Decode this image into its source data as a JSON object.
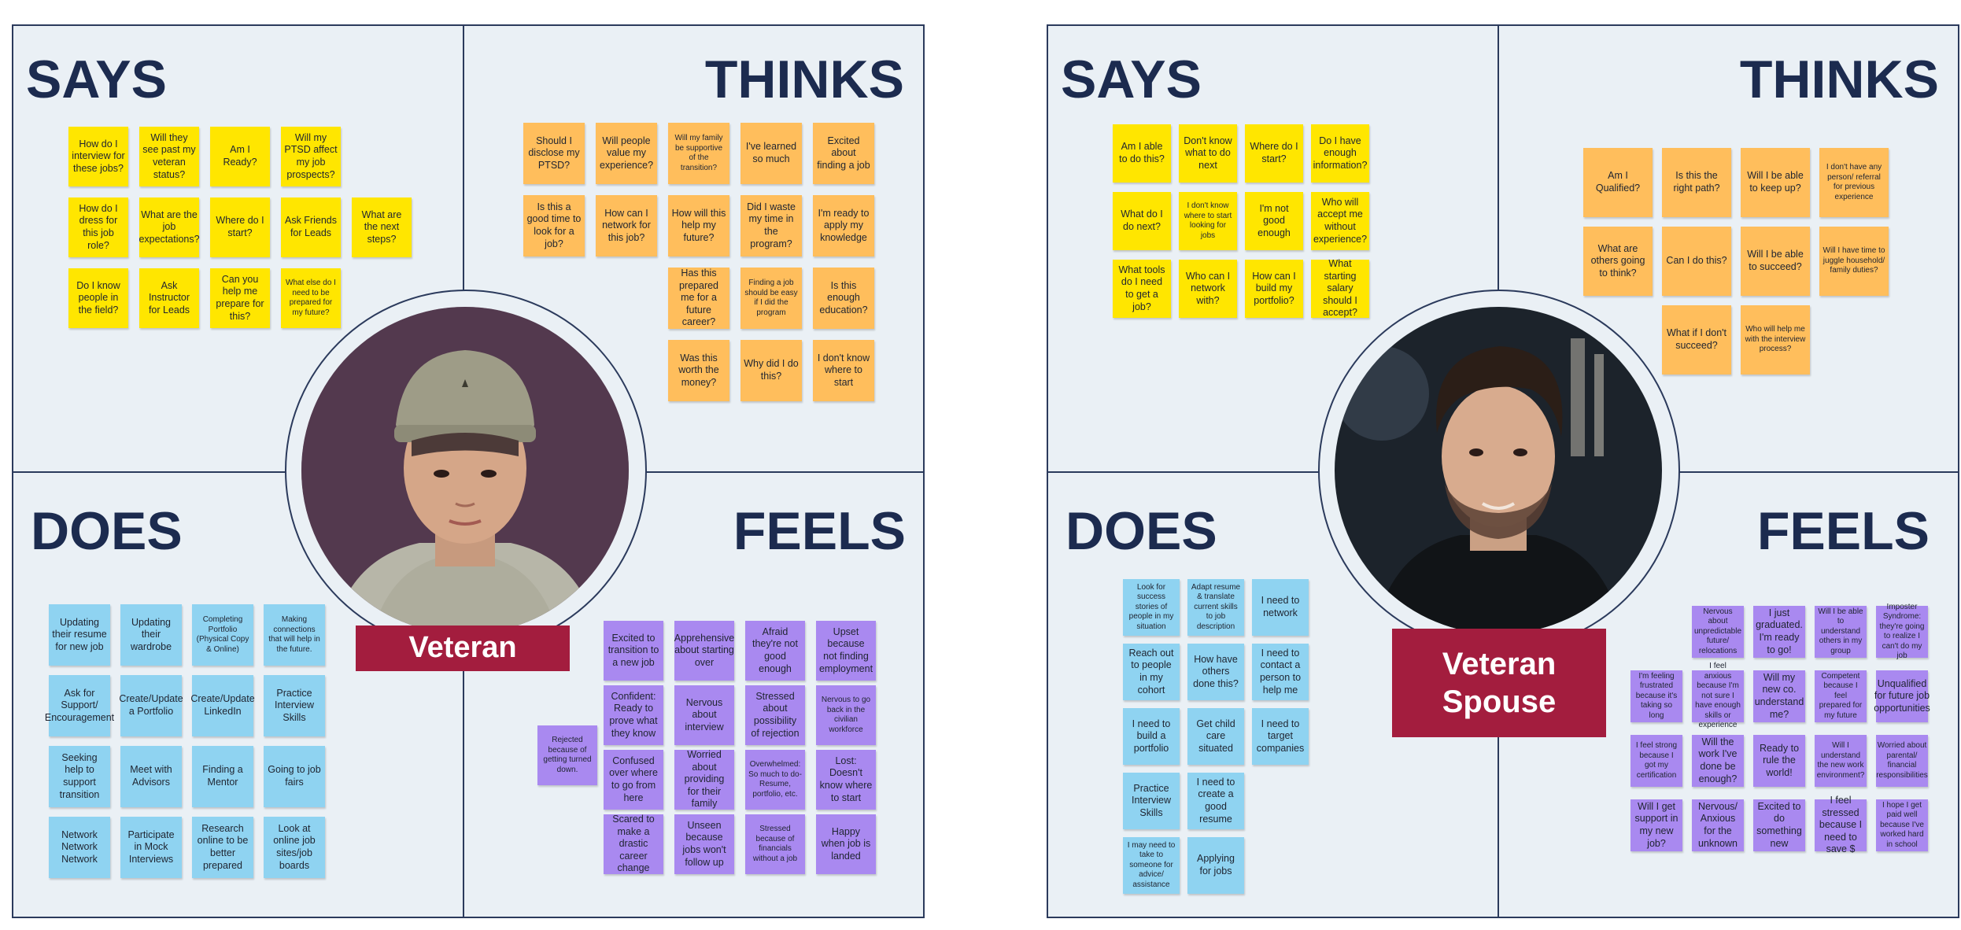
{
  "veteran": {
    "labels": {
      "says": "SAYS",
      "thinks": "THINKS",
      "does": "DOES",
      "feels": "FEELS"
    },
    "persona": "Veteran",
    "says": [
      [
        "How do I interview for these jobs?",
        "Will they see past my veteran status?",
        "Am I Ready?",
        "Will my PTSD affect my job prospects?",
        ""
      ],
      [
        "How do I dress for this job role?",
        "What are the job expectations?",
        "Where do I start?",
        "Ask Friends for Leads",
        "What are the next steps?"
      ],
      [
        "Do I know people in the field?",
        "Ask Instructor for Leads",
        "Can you help me prepare for this?",
        "What else do I need to be prepared for my future?",
        ""
      ]
    ],
    "thinks": [
      [
        "Should I disclose my PTSD?",
        "Will people value my experience?",
        "Will my family be supportive of the transition?",
        "I've learned so much",
        "Excited about finding a job"
      ],
      [
        "Is this a good time to look for a job?",
        "How can I network for this job?",
        "How will this help my future?",
        "Did I waste my time in the program?",
        "I'm ready to apply my knowledge"
      ],
      [
        "",
        "",
        "Has this prepared me for a future career?",
        "Finding a job should be easy if I did the program",
        "Is this enough education?"
      ],
      [
        "",
        "",
        "Was this worth the money?",
        "Why did I do this?",
        "I don't know where to start"
      ]
    ],
    "does": [
      [
        "Updating their resume for new job",
        "Updating their wardrobe",
        "Completing Portfolio (Physical Copy & Online)",
        "Making connections that will help in the future."
      ],
      [
        "Ask for Support/ Encouragement",
        "Create/Update a Portfolio",
        "Create/Update LinkedIn",
        "Practice Interview Skills"
      ],
      [
        "Seeking help to support transition",
        "Meet with Advisors",
        "Finding a Mentor",
        "Going to job fairs"
      ],
      [
        "Network Network Network",
        "Participate in Mock Interviews",
        "Research online to be better prepared",
        "Look at online job sites/job boards"
      ]
    ],
    "feels_extra": "Rejected because of getting turned down.",
    "feels": [
      [
        "Excited to transition to a new job",
        "Apprehensive about starting over",
        "Afraid they're not good enough",
        "Upset because not finding employment"
      ],
      [
        "Confident: Ready to prove what they know",
        "Nervous about interview",
        "Stressed about possibility of rejection",
        "Nervous to go back in the civilian workforce"
      ],
      [
        "Confused over where to go from here",
        "Worried about providing for their family",
        "Overwhelmed: So much to do- Resume, portfolio, etc.",
        "Lost: Doesn't know where to start"
      ],
      [
        "Scared to make a drastic career change",
        "Unseen because jobs won't follow up",
        "Stressed because of financials without a job",
        "Happy when job is landed"
      ]
    ]
  },
  "spouse": {
    "labels": {
      "says": "SAYS",
      "thinks": "THINKS",
      "does": "DOES",
      "feels": "FEELS"
    },
    "persona_line1": "Veteran",
    "persona_line2": "Spouse",
    "says": [
      [
        "Am I able to do this?",
        "Don't know what to do next",
        "Where do I start?",
        "Do I have enough information?"
      ],
      [
        "What do I do next?",
        "I don't know where to start looking for jobs",
        "I'm not good enough",
        "Who will accept me without experience?"
      ],
      [
        "What tools do I need to get a job?",
        "Who can I network with?",
        "How can I build my portfolio?",
        "What starting salary should I accept?"
      ]
    ],
    "thinks": [
      [
        "Am I Qualified?",
        "Is this the right path?",
        "Will I be able to keep up?",
        "I don't have any person/ referral for previous experience"
      ],
      [
        "What are others going to think?",
        "Can I do this?",
        "Will I be able to succeed?",
        "Will I have time to juggle household/ family duties?"
      ],
      [
        "",
        "What if I don't succeed?",
        "Who will help me with the interview process?",
        ""
      ]
    ],
    "does": [
      [
        "Look for success stories of people in my situation",
        "Adapt resume & translate current skills to job description",
        "I need to network"
      ],
      [
        "Reach out to people in my cohort",
        "How have others done this?",
        "I need to contact a person to help me"
      ],
      [
        "I need to build a portfolio",
        "Get child care situated",
        "I need to target companies"
      ],
      [
        "Practice Interview Skills",
        "I need to create a good resume",
        ""
      ],
      [
        "I may need to take to someone for advice/ assistance",
        "Applying for jobs",
        ""
      ]
    ],
    "feels": [
      [
        "",
        "Nervous about unpredictable future/ relocations",
        "I just graduated. I'm ready to go!",
        "Will I be able to understand others in my group",
        "Imposter Syndrome: they're going to realize I can't do my job"
      ],
      [
        "I'm feeling frustrated because it's taking so long",
        "I feel anxious because I'm not sure I have enough skills or experience",
        "Will my new co. understand me?",
        "Competent because I feel prepared for my future",
        "Unqualified for future job opportunities"
      ],
      [
        "I feel strong because I got my certification",
        "Will the work I've done be enough?",
        "Ready to rule the world!",
        "Will I understand the new work environment?",
        "Worried about parental/ financial responsibilities"
      ],
      [
        "Will I get support in my new job?",
        "Nervous/ Anxious for the unknown",
        "Excited to do something new",
        "I feel stressed because I need to save $",
        "I hope I get paid well because I've worked hard in school"
      ]
    ]
  }
}
